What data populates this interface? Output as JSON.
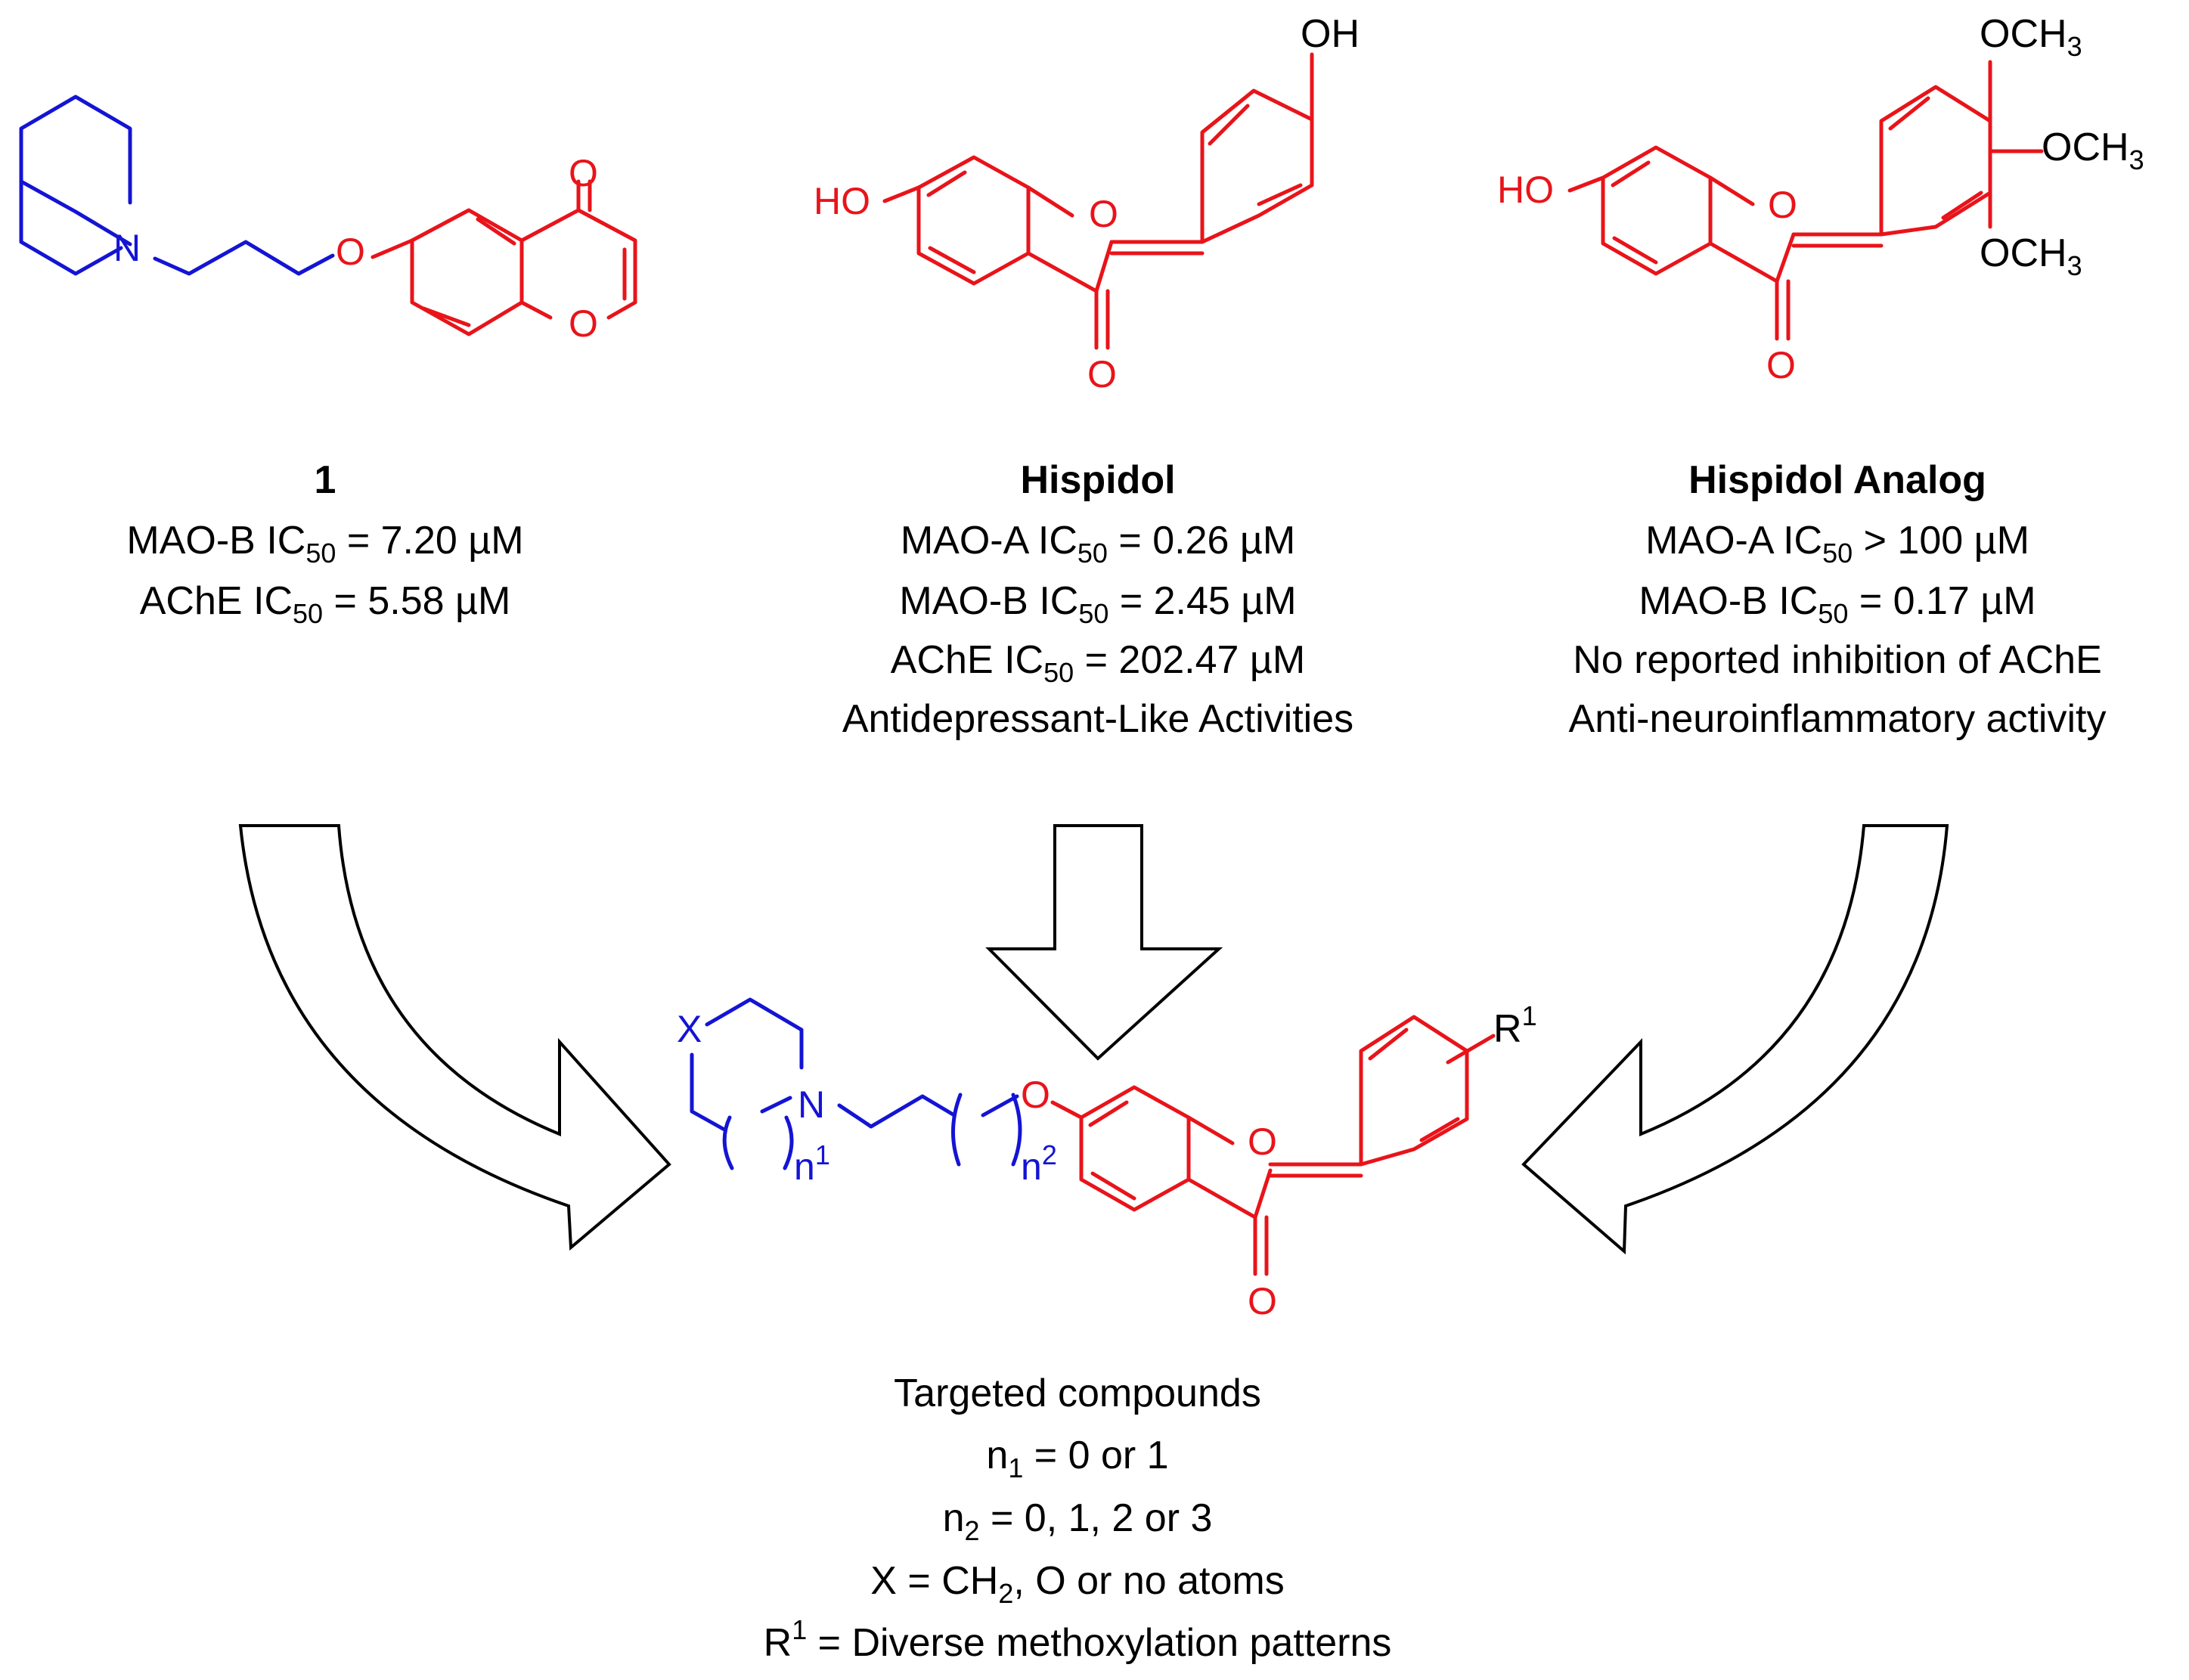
{
  "compound_1": {
    "name": "1",
    "line1": {
      "prefix": "MAO-B IC",
      "sub": "50",
      "suffix": " =  7.20 µM"
    },
    "line2": {
      "prefix": "AChE IC",
      "sub": "50",
      "suffix": " = 5.58 µM"
    }
  },
  "hispidol": {
    "name": "Hispidol",
    "line1": {
      "prefix": "MAO-A IC",
      "sub": "50",
      "suffix": " = 0.26 µM"
    },
    "line2": {
      "prefix": "MAO-B IC",
      "sub": "50",
      "suffix": " = 2.45 µM"
    },
    "line3": {
      "prefix": "AChE IC",
      "sub": "50",
      "suffix": " = 202.47 µM"
    },
    "line4": "Antidepressant-Like Activities"
  },
  "analog": {
    "name": "Hispidol Analog",
    "line1": {
      "prefix": "MAO-A IC",
      "sub": "50",
      "suffix": " > 100 µM"
    },
    "line2": {
      "prefix": "MAO-B IC",
      "sub": "50",
      "suffix": " =  0.17 µM"
    },
    "line3": "No reported inhibition of AChE",
    "line4": "Anti-neuroinflammatory activity"
  },
  "targeted": {
    "title": "Targeted compounds",
    "n1": {
      "prefix": "n",
      "sub": "1",
      "suffix": " = 0 or 1"
    },
    "n2": {
      "prefix": "n",
      "sub": "2",
      "suffix": " = 0, 1, 2 or 3"
    },
    "x": {
      "prefix": "X = CH",
      "sub": "2",
      "suffix": ", O or no atoms"
    },
    "r1": {
      "prefix": "R",
      "sup": "1",
      "suffix": " = Diverse methoxylation patterns"
    }
  },
  "atoms": {
    "N": "N",
    "O": "O",
    "HO": "HO",
    "OH": "OH",
    "X": "X",
    "OMe": "OCH",
    "three": "3",
    "n": "n",
    "one": "1",
    "two": "2",
    "R": "R"
  },
  "colors": {
    "linker": "#1414d4",
    "core": "#e8141a",
    "text": "#000000"
  }
}
